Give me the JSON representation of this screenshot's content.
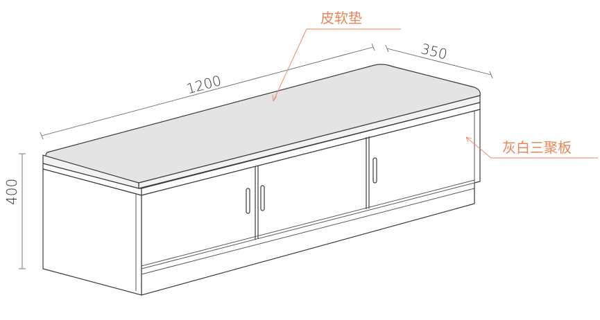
{
  "labels": {
    "cushion": "皮软垫",
    "panel": "灰白三聚板"
  },
  "dimensions": {
    "length": "1200",
    "depth": "350",
    "height": "400"
  },
  "colors": {
    "label": "#e8865a",
    "cushion_fill": "#e4e4e4",
    "outline": "#3a3a3a"
  }
}
